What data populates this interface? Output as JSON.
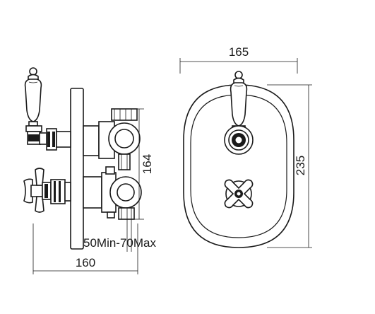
{
  "dimensions": {
    "side_height": "164",
    "side_depth": "160",
    "wall_range": "50Min-70Max",
    "front_width": "165",
    "front_height": "235"
  },
  "views": {
    "side": {
      "icon": "side-elevation-valve-drawing"
    },
    "front": {
      "icon": "front-elevation-plate-drawing"
    }
  },
  "colors": {
    "line": "#1a1a1a",
    "background": "#ffffff"
  }
}
